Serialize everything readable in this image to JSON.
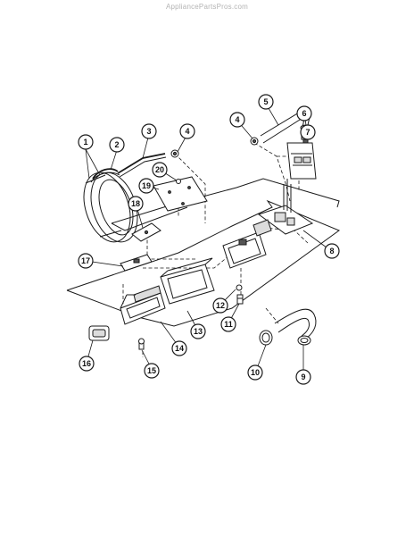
{
  "watermark": "AppliancePartsPros.com",
  "callouts": [
    {
      "id": "c1",
      "label": "1"
    },
    {
      "id": "c2",
      "label": "2"
    },
    {
      "id": "c3",
      "label": "3"
    },
    {
      "id": "c4a",
      "label": "4"
    },
    {
      "id": "c4b",
      "label": "4"
    },
    {
      "id": "c5",
      "label": "5"
    },
    {
      "id": "c6",
      "label": "6"
    },
    {
      "id": "c7",
      "label": "7"
    },
    {
      "id": "c8",
      "label": "8"
    },
    {
      "id": "c9",
      "label": "9"
    },
    {
      "id": "c10",
      "label": "10"
    },
    {
      "id": "c11",
      "label": "11"
    },
    {
      "id": "c12",
      "label": "12"
    },
    {
      "id": "c13",
      "label": "13"
    },
    {
      "id": "c14",
      "label": "14"
    },
    {
      "id": "c15",
      "label": "15"
    },
    {
      "id": "c16",
      "label": "16"
    },
    {
      "id": "c17",
      "label": "17"
    },
    {
      "id": "c18",
      "label": "18"
    },
    {
      "id": "c19",
      "label": "19"
    },
    {
      "id": "c20",
      "label": "20"
    }
  ]
}
